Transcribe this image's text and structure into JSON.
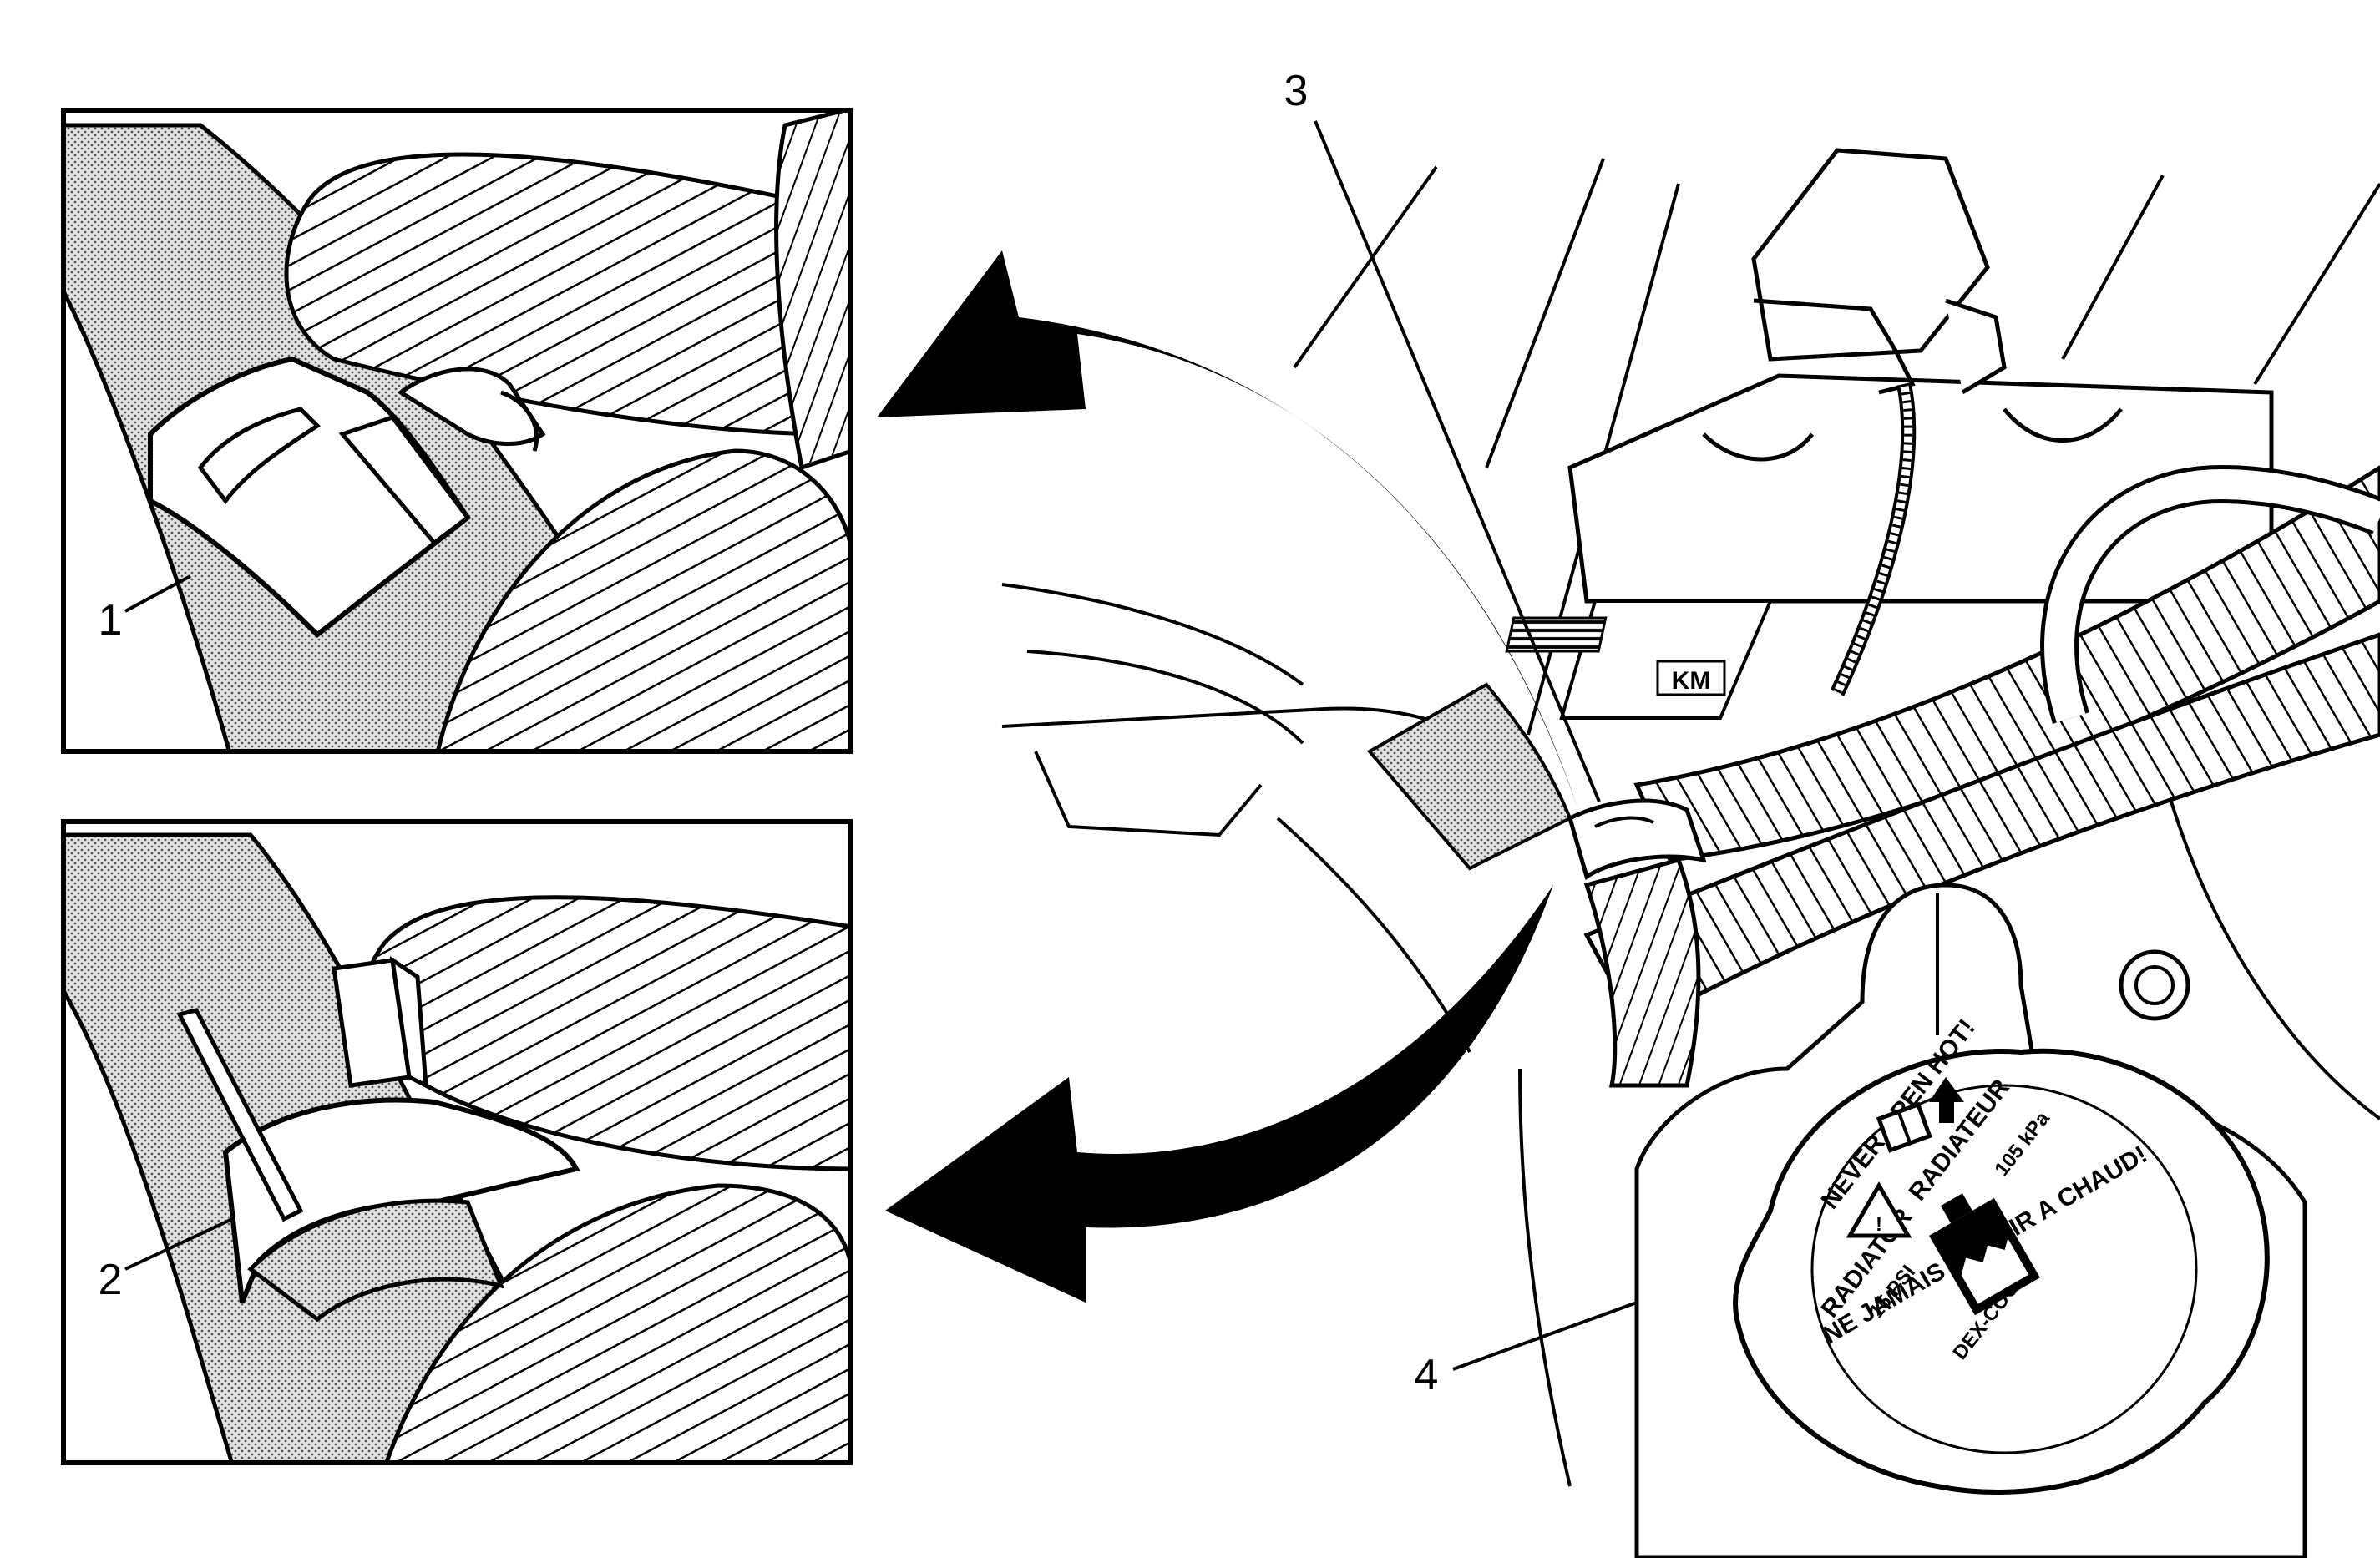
{
  "callouts": {
    "c1": "1",
    "c2": "2",
    "c3": "3",
    "c4": "4"
  },
  "cap": {
    "top": "NEVER OPEN HOT!",
    "right": "RADIATEUR",
    "right_kpa": "105 kPa",
    "left": "RADIATOR",
    "left_psi": "15 PSI",
    "bottom": "NE JAMAIS OUVRIR A CHAUD!",
    "coolant": "DEX-COOL"
  },
  "label_plate": "KM",
  "colors": {
    "ink": "#000000",
    "paper": "#ffffff",
    "stipple": "#bdbdbd"
  },
  "icons": [
    "curved-arrow-icon",
    "warning-triangle-icon",
    "book-icon",
    "up-arrow-icon",
    "coolant-level-icon"
  ]
}
